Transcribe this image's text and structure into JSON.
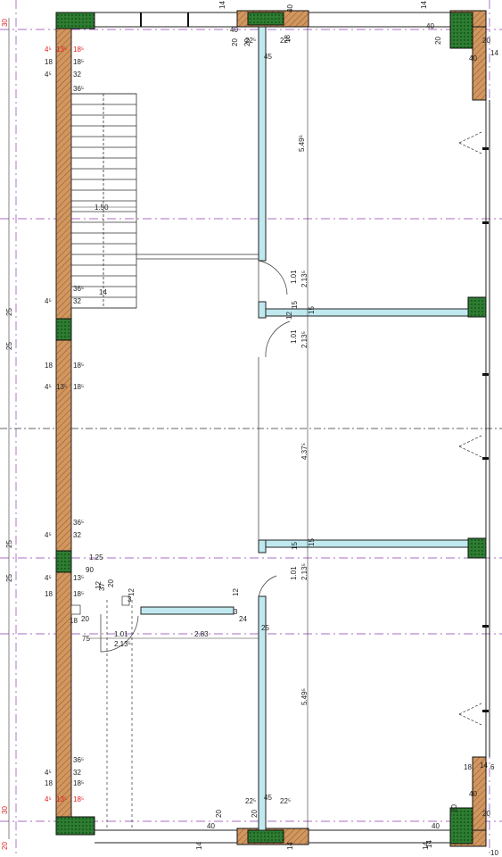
{
  "plan": {
    "colors": {
      "brick": "#d2965f",
      "concrete": "#2e7d32",
      "drywall": "#bfe9ef",
      "line": "#222222",
      "axis": "#8a3fb0",
      "dimension_red": "#d22222"
    },
    "labels": {
      "stair_width": "1.50",
      "stair_number": "14",
      "v_549_top": "5.49⁵",
      "v_101_a": "1.01",
      "v_213_a": "2.13⁵",
      "v_101_b": "1.01",
      "v_213_b": "2.13⁵",
      "v_437": "4.37⁵",
      "v_101_c": "1.01",
      "v_213_c": "2.13⁵",
      "v_549_bottom": "5.49⁵",
      "h_101": "1.01",
      "h_213": "2.13⁵",
      "h_283": "2.83",
      "h_75": "75",
      "h_125": "1.25",
      "h_90": "90"
    },
    "left_dims": [
      {
        "id": "d4-13-18-top",
        "a": "4⁵",
        "b": "13⁵",
        "c": "18⁵",
        "red": true
      },
      {
        "id": "d18-top",
        "a": "18",
        "b": "18⁵"
      },
      {
        "id": "d4-32-top",
        "a": "4⁵",
        "b": "32"
      },
      {
        "id": "d36-top",
        "b": "36⁵"
      },
      {
        "id": "d36-mid",
        "b": "36⁵"
      },
      {
        "id": "d4-32-mid",
        "a": "4⁵",
        "b": "32"
      },
      {
        "id": "d18-mid",
        "a": "18",
        "b": "18⁵"
      },
      {
        "id": "d4-13-mid",
        "a": "4⁵",
        "b": "13⁵",
        "c": "18⁵"
      },
      {
        "id": "d36-low",
        "b": "36⁵"
      },
      {
        "id": "d4-32-low",
        "a": "4⁵",
        "b": "32"
      },
      {
        "id": "d4-13-low",
        "a": "4⁵",
        "b": "13⁵"
      },
      {
        "id": "d18-low",
        "a": "18",
        "b": "18⁵"
      },
      {
        "id": "d36-bot",
        "b": "36⁵"
      },
      {
        "id": "d4-32-bot",
        "a": "4⁵",
        "b": "32"
      },
      {
        "id": "d18-bot",
        "a": "18",
        "b": "18⁵"
      },
      {
        "id": "d4-13-18-bot",
        "a": "4⁵",
        "b": "13⁵",
        "c": "18⁵",
        "red": true
      }
    ],
    "small_labels": {
      "n30_top": "30",
      "n30_bot": "30",
      "n20_bot": "20",
      "n25_a": "25",
      "n25_b": "25",
      "n25_c": "25",
      "n25_d": "25",
      "n14_tl": "14",
      "n40_tl": "40",
      "n20_tl": "20",
      "n20_tl2": "20",
      "n22_t": "22⁵",
      "n22_t2": "22⁵",
      "n45_t": "45",
      "n18_t": "18",
      "n40_t2": "40",
      "n14_tr": "14",
      "n40_tr": "40",
      "n20_tr": "20",
      "n20_tr2": "20",
      "n14_r": "14",
      "n40_r": "40",
      "n12_a": "12",
      "n15_a": "15",
      "n15_b": "15",
      "n15_c": "15",
      "n15_d": "15",
      "n12_b": "12",
      "n3_a": "3",
      "n24": "24",
      "n25_e": "25",
      "n12_c": "12",
      "n37": "37",
      "n20_c": "20",
      "n3_b": "3",
      "n12_d": "12",
      "n20_d": "20",
      "n18_e": "18",
      "n22_b": "22⁵",
      "n22_b2": "22⁵",
      "n45_b": "45",
      "n20_b": "20",
      "n20_b2": "20",
      "n40_b": "40",
      "n14_b": "14",
      "n14_b2": "14",
      "n14_b3": "14",
      "n18_r": "18",
      "n14_r2": "14",
      "n6_r": "6",
      "n40_r2": "40",
      "n20_r2": "20",
      "n20_r3": "20",
      "n40_r3": "40",
      "n14_r3": "14",
      "n10_r": "10"
    }
  }
}
